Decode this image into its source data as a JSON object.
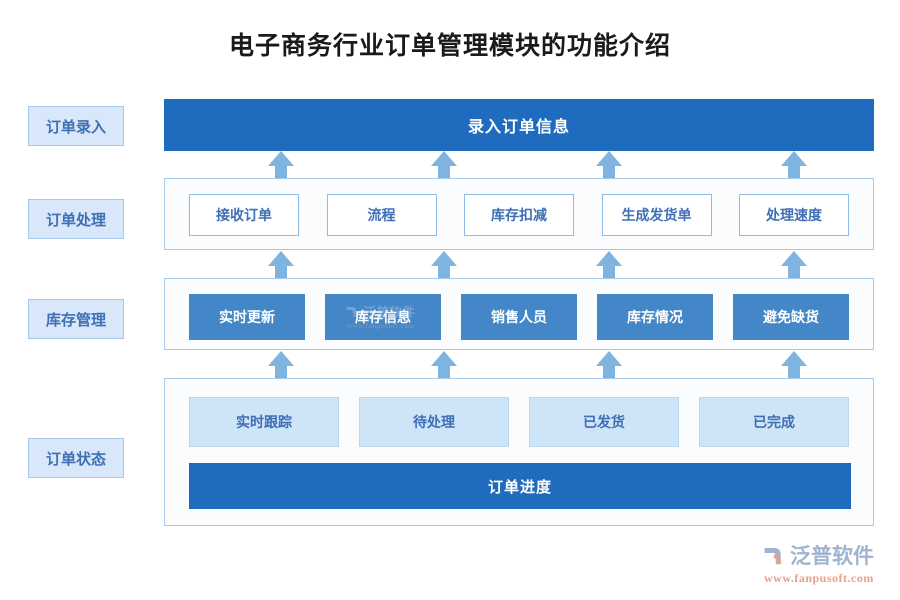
{
  "title": "电子商务行业订单管理模块的功能介绍",
  "colors": {
    "primary_blue": "#1F6CBF",
    "medium_blue": "#4487C8",
    "pale_blue": "#CEE4F7",
    "label_blue": "#D8E7F9",
    "text_blue": "#3F6FB5",
    "arrow_blue": "#7FB4E0",
    "border_blue": "#A9CBE8"
  },
  "stages": [
    {
      "label": "订单录入"
    },
    {
      "label": "订单处理"
    },
    {
      "label": "库存管理"
    },
    {
      "label": "订单状态"
    }
  ],
  "rows": {
    "entry": {
      "banner": "录入订单信息"
    },
    "processing": {
      "cells": [
        {
          "label": "接收订单"
        },
        {
          "label": "流程"
        },
        {
          "label": "库存扣减"
        },
        {
          "label": "生成发货单"
        },
        {
          "label": "处理速度"
        }
      ]
    },
    "inventory": {
      "cells": [
        {
          "label": "实时更新"
        },
        {
          "label": "库存信息"
        },
        {
          "label": "销售人员"
        },
        {
          "label": "库存情况"
        },
        {
          "label": "避免缺货"
        }
      ]
    },
    "status": {
      "cells": [
        {
          "label": "实时跟踪"
        },
        {
          "label": "待处理"
        },
        {
          "label": "已发货"
        },
        {
          "label": "已完成"
        }
      ],
      "progress_bar": "订单进度"
    }
  },
  "arrows": {
    "count_per_gap": 4,
    "direction": "up"
  },
  "logo": {
    "name": "泛普软件",
    "url": "www.fanpusoft.com"
  }
}
